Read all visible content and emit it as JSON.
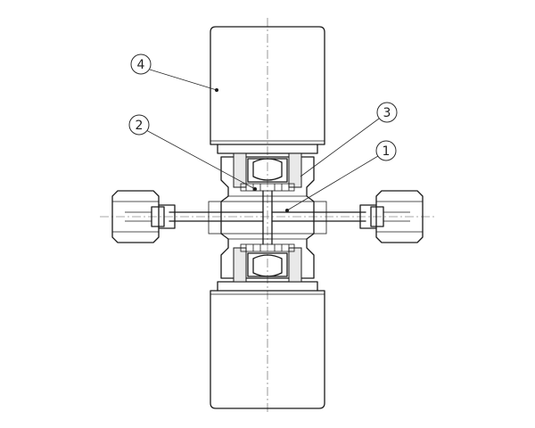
{
  "callouts": [
    {
      "id": "4",
      "label": "4"
    },
    {
      "id": "2",
      "label": "2"
    },
    {
      "id": "3",
      "label": "3"
    },
    {
      "id": "1",
      "label": "1"
    }
  ]
}
